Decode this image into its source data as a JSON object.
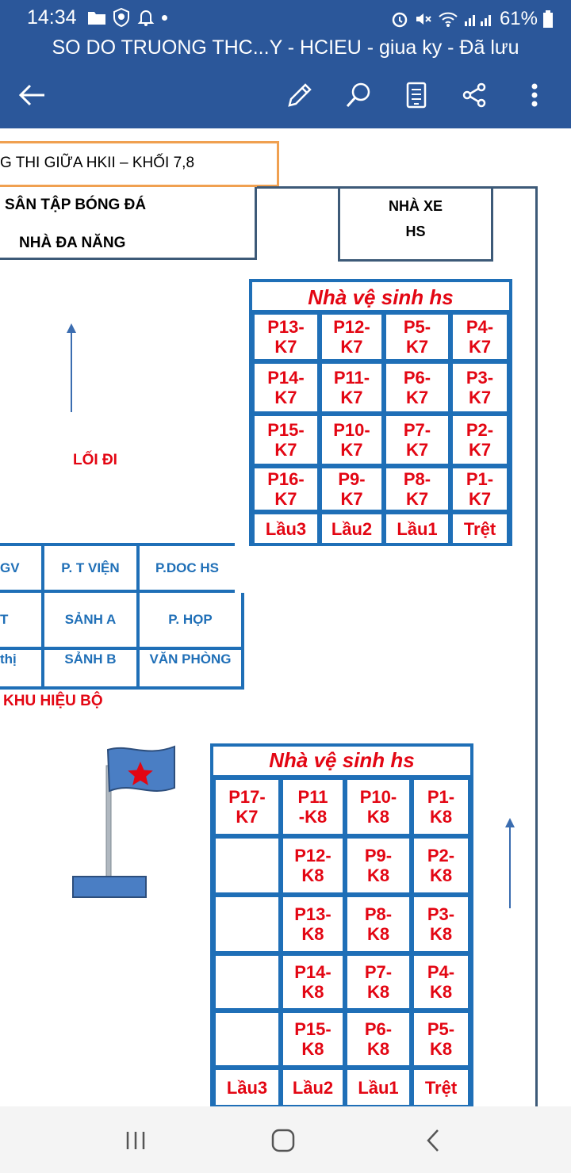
{
  "status_bar": {
    "time": "14:34",
    "battery": "61%"
  },
  "header": {
    "doc_title": "SO DO TRUONG THC...Y - HCIEU - giua ky - Đã lưu"
  },
  "document": {
    "heading": "G THI GIỮA HKII – KHỐI 7,8",
    "sports": {
      "line1": "SÂN TẬP BÓNG ĐÁ",
      "line2": "NHÀ ĐA NĂNG"
    },
    "parking": {
      "line1": "NHÀ XE",
      "line2": "HS"
    },
    "walkway_label": "LỐI ĐI",
    "building_top": {
      "title": "Nhà vệ sinh hs",
      "rows": [
        [
          "P13-\nK7",
          "P12-\nK7",
          "P5-\nK7",
          "P4-\nK7"
        ],
        [
          "P14-\nK7",
          "P11-\nK7",
          "P6-\nK7",
          "P3-\nK7"
        ],
        [
          "P15-\nK7",
          "P10-\nK7",
          "P7-\nK7",
          "P2-\nK7"
        ],
        [
          "P16-\nK7",
          "P9-\nK7",
          "P8-\nK7",
          "P1-\nK7"
        ],
        [
          "Lầu3",
          "Lầu2",
          "Lầu1",
          "Trệt"
        ]
      ]
    },
    "office": {
      "rows": [
        [
          "GV",
          "P. T VIỆN",
          "P.DOC HS"
        ],
        [
          "T",
          "SẢNH A",
          "P. HỌP"
        ],
        [
          "thị",
          "SẢNH B",
          "VĂN PHÒNG"
        ]
      ],
      "label": "KHU HIỆU BỘ"
    },
    "building_bottom": {
      "title": "Nhà vệ sinh hs",
      "rows": [
        [
          "P17-\nK7",
          "P11\n-K8",
          "P10-\nK8",
          "P1-\nK8"
        ],
        [
          "",
          "P12-\nK8",
          "P9-\nK8",
          "P2-\nK8"
        ],
        [
          "",
          "P13-\nK8",
          "P8-\nK8",
          "P3-\nK8"
        ],
        [
          "",
          "P14-\nK8",
          "P7-\nK8",
          "P4-\nK8"
        ],
        [
          "",
          "P15-\nK8",
          "P6-\nK8",
          "P5-\nK8"
        ],
        [
          "Lầu3",
          "Lầu2",
          "Lầu1",
          "Trệt"
        ]
      ]
    }
  },
  "colors": {
    "app_blue": "#2b579a",
    "plan_blue": "#1f6fb7",
    "room_red": "#e30613",
    "outline_gray": "#3d5a78",
    "heading_border": "#f0a050"
  },
  "icons": [
    "back-arrow-icon",
    "pencil-icon",
    "search-icon",
    "reading-view-icon",
    "share-icon",
    "more-icon",
    "flag-icon"
  ]
}
